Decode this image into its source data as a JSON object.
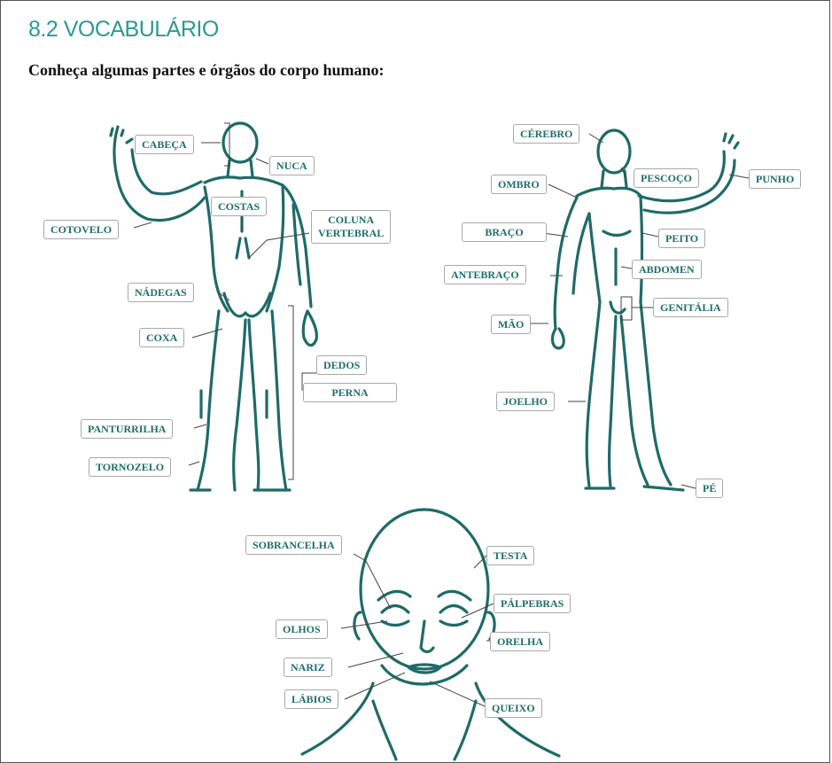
{
  "page": {
    "title": "8.2 VOCABULÁRIO",
    "subtitle": "Conheça algumas partes e órgãos do corpo humano:"
  },
  "figure_back": {
    "labels": [
      "CABEÇA",
      "NUCA",
      "COSTAS",
      "COTOVELO",
      "COLUNA\nVERTEBRAL",
      "NÁDEGAS",
      "COXA",
      "DEDOS",
      "PERNA",
      "PANTURRILHA",
      "TORNOZELO"
    ]
  },
  "figure_front": {
    "labels": [
      "CÉREBRO",
      "PESCOÇO",
      "PUNHO",
      "OMBRO",
      "BRAÇO",
      "PEITO",
      "ABDOMEN",
      "ANTEBRAÇO",
      "GENITÁLIA",
      "MÃO",
      "JOELHO",
      "PÉ"
    ]
  },
  "figure_face": {
    "labels": [
      "SOBRANCELHA",
      "TESTA",
      "PÁLPEBRAS",
      "OLHOS",
      "ORELHA",
      "NARIZ",
      "LÁBIOS",
      "QUEIXO"
    ]
  },
  "colors": {
    "title": "#2a9a96",
    "figure": "#1e6b69",
    "label_text": "#1f6e6c",
    "label_border": "#a9a9a9"
  }
}
